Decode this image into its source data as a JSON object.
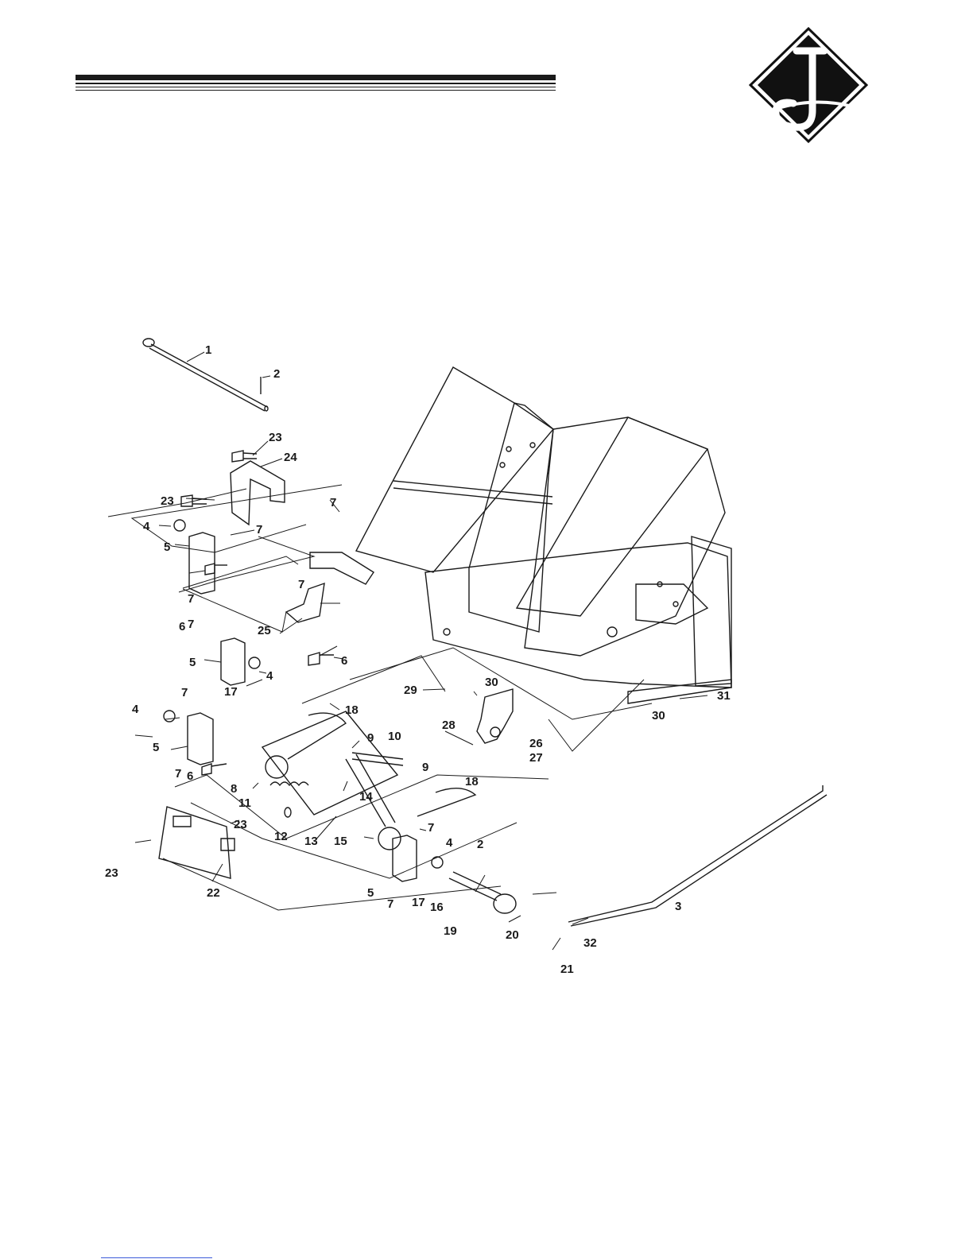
{
  "page": {
    "title": ""
  },
  "logo": {
    "name": "diamond-j-logo"
  },
  "diagram": {
    "callouts": [
      {
        "id": "c1",
        "text": "1"
      },
      {
        "id": "c2a",
        "text": "2"
      },
      {
        "id": "c23a",
        "text": "23"
      },
      {
        "id": "c24",
        "text": "24"
      },
      {
        "id": "c23b",
        "text": "23"
      },
      {
        "id": "c7a",
        "text": "7"
      },
      {
        "id": "c4a",
        "text": "4"
      },
      {
        "id": "c7b",
        "text": "7"
      },
      {
        "id": "c5a",
        "text": "5"
      },
      {
        "id": "c7c",
        "text": "7"
      },
      {
        "id": "c7d",
        "text": "7"
      },
      {
        "id": "c6a",
        "text": "6"
      },
      {
        "id": "c7e",
        "text": "7"
      },
      {
        "id": "c25",
        "text": "25"
      },
      {
        "id": "c6b",
        "text": "6"
      },
      {
        "id": "c5b",
        "text": "5"
      },
      {
        "id": "c4b",
        "text": "4"
      },
      {
        "id": "c17a",
        "text": "17"
      },
      {
        "id": "c7f",
        "text": "7"
      },
      {
        "id": "c4c",
        "text": "4"
      },
      {
        "id": "c5c",
        "text": "5"
      },
      {
        "id": "c7g",
        "text": "7"
      },
      {
        "id": "c6c",
        "text": "6"
      },
      {
        "id": "c18a",
        "text": "18"
      },
      {
        "id": "c9a",
        "text": "9"
      },
      {
        "id": "c10",
        "text": "10"
      },
      {
        "id": "c9b",
        "text": "9"
      },
      {
        "id": "c8",
        "text": "8"
      },
      {
        "id": "c14",
        "text": "14"
      },
      {
        "id": "c18b",
        "text": "18"
      },
      {
        "id": "c11",
        "text": "11"
      },
      {
        "id": "c23c",
        "text": "23"
      },
      {
        "id": "c12",
        "text": "12"
      },
      {
        "id": "c13",
        "text": "13"
      },
      {
        "id": "c15",
        "text": "15"
      },
      {
        "id": "c7h",
        "text": "7"
      },
      {
        "id": "c23d",
        "text": "23"
      },
      {
        "id": "c22",
        "text": "22"
      },
      {
        "id": "c4d",
        "text": "4"
      },
      {
        "id": "c2b",
        "text": "2"
      },
      {
        "id": "c5d",
        "text": "5"
      },
      {
        "id": "c7i",
        "text": "7"
      },
      {
        "id": "c17b",
        "text": "17"
      },
      {
        "id": "c16",
        "text": "16"
      },
      {
        "id": "c3",
        "text": "3"
      },
      {
        "id": "c19",
        "text": "19"
      },
      {
        "id": "c20",
        "text": "20"
      },
      {
        "id": "c32",
        "text": "32"
      },
      {
        "id": "c21",
        "text": "21"
      },
      {
        "id": "c29",
        "text": "29"
      },
      {
        "id": "c30a",
        "text": "30"
      },
      {
        "id": "c28",
        "text": "28"
      },
      {
        "id": "c26",
        "text": "26"
      },
      {
        "id": "c27",
        "text": "27"
      },
      {
        "id": "c31",
        "text": "31"
      },
      {
        "id": "c30b",
        "text": "30"
      }
    ]
  }
}
